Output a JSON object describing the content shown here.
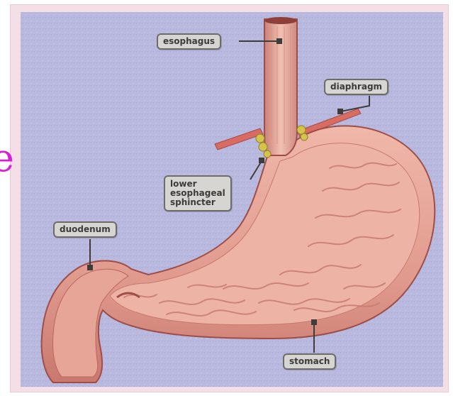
{
  "labels": {
    "esophagus": "esophagus",
    "diaphragm": "diaphragm",
    "lower_esophageal_sphincter": "lower\nesophageal\nsphincter",
    "duodenum": "duodenum",
    "stomach": "stomach"
  },
  "margin_glyph": {
    "text": "e",
    "color": "#d81ed8"
  },
  "colors": {
    "background_texture": "#b9b9df",
    "tissue": "#e29a8f",
    "tissue_dark": "#b25b55",
    "tissue_light": "#f3c5b8",
    "diaphragm": "#d96c62",
    "sphincter_fat": "#d6c34e",
    "label_fill": "#d7d5d2",
    "label_border": "#6d6c69",
    "leader": "#3e3d3b"
  }
}
